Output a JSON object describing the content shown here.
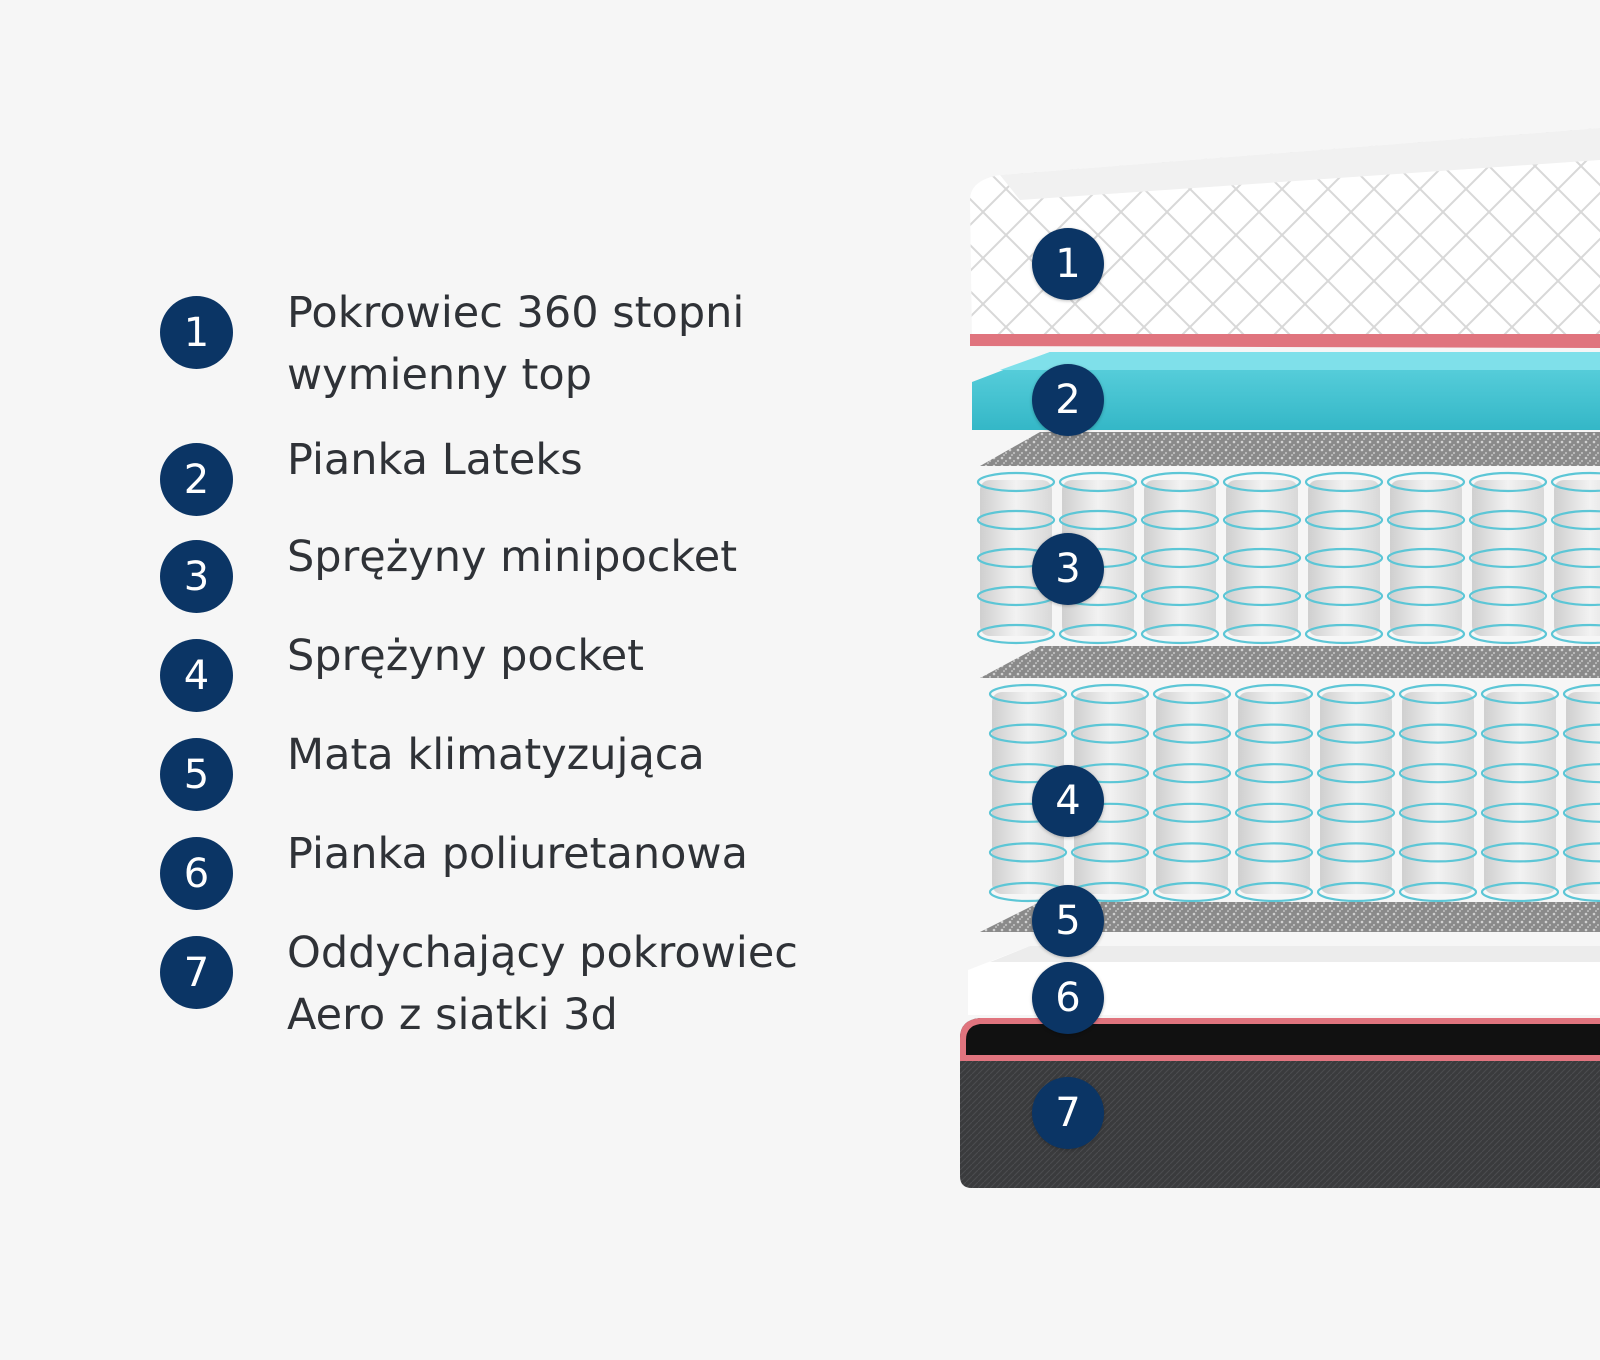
{
  "layers": [
    {
      "number": "1",
      "label": "Pokrowiec 360 stopni\nwymienny top"
    },
    {
      "number": "2",
      "label": "Pianka Lateks"
    },
    {
      "number": "3",
      "label": "Sprężyny minipocket"
    },
    {
      "number": "4",
      "label": "Sprężyny pocket"
    },
    {
      "number": "5",
      "label": "Mata klimatyzująca"
    },
    {
      "number": "6",
      "label": "Pianka poliuretanowa"
    },
    {
      "number": "7",
      "label": "Oddychający pokrowiec\nAero z siatki 3d"
    }
  ],
  "colors": {
    "badge": "#0b3565",
    "text": "#2f3237",
    "background": "#f6f6f6",
    "latex": "#3fc4d2",
    "edge_trim": "#e0747e",
    "spring_coil": "#5cc6d6",
    "base_cover": "#3a3b3d"
  }
}
